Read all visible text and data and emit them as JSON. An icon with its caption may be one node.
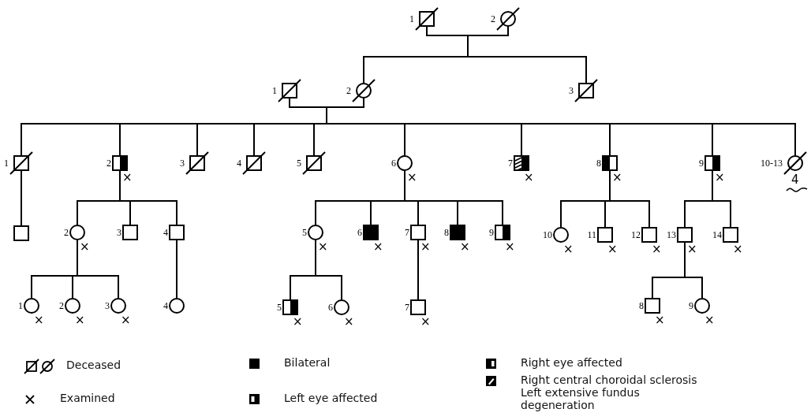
{
  "diagram": {
    "nodes": [
      {
        "text": [
          "1"
        ]
      },
      {
        "text": [
          "2"
        ]
      },
      {
        "text": [
          "1"
        ]
      },
      {
        "text": [
          "2"
        ]
      },
      {
        "text": [
          "3"
        ]
      },
      {
        "text": [
          "1"
        ]
      },
      {
        "text": [
          "2"
        ],
        "beside": [
          "×"
        ]
      },
      {
        "text": [
          "3"
        ]
      },
      {
        "text": [
          "4"
        ]
      },
      {
        "text": [
          "5"
        ]
      },
      {
        "text": [
          "6"
        ],
        "beside": [
          "×"
        ]
      },
      {
        "text": [
          "7"
        ],
        "beside": [
          "×"
        ]
      },
      {
        "text": [
          "8"
        ],
        "beside": [
          "×"
        ]
      },
      {
        "text": [
          "9"
        ],
        "beside": [
          "×"
        ]
      },
      {
        "text": [
          "10-13"
        ],
        "beside": [
          "4"
        ]
      },
      {
        "text": [],
        "shape": "box"
      },
      {
        "text": [
          "2"
        ],
        "beside": [
          "×"
        ]
      },
      {
        "text": [
          "3"
        ]
      },
      {
        "text": [
          "4"
        ]
      },
      {
        "text": [
          "5"
        ],
        "beside": [
          "×"
        ]
      },
      {
        "text": [
          "6"
        ],
        "beside": [
          "×"
        ]
      },
      {
        "text": [
          "7"
        ],
        "beside": [
          "×"
        ]
      },
      {
        "text": [
          "8"
        ],
        "beside": [
          "×"
        ]
      },
      {
        "text": [
          "9"
        ],
        "beside": [
          "×"
        ]
      },
      {
        "text": [
          "10"
        ],
        "beside": [
          "×"
        ]
      },
      {
        "text": [
          "11"
        ],
        "beside": [
          "×"
        ]
      },
      {
        "text": [
          "12"
        ],
        "beside": [
          "×"
        ]
      },
      {
        "text": [
          "13"
        ],
        "beside": [
          "×"
        ]
      },
      {
        "text": [
          "14"
        ],
        "beside": [
          "×"
        ]
      },
      {
        "text": [
          "1"
        ],
        "beside": [
          "×"
        ]
      },
      {
        "text": [
          "2"
        ],
        "beside": [
          "×"
        ]
      },
      {
        "text": [
          "3"
        ],
        "beside": [
          "×"
        ]
      },
      {
        "text": [
          "4"
        ]
      },
      {
        "text": [
          "5"
        ],
        "beside": [
          "×"
        ]
      },
      {
        "text": [
          "6"
        ],
        "beside": [
          "×"
        ]
      },
      {
        "text": [
          "7"
        ],
        "beside": [
          "×"
        ]
      },
      {
        "text": [
          "8"
        ],
        "beside": [
          "×"
        ]
      },
      {
        "text": [
          "9"
        ],
        "beside": [
          "×"
        ]
      }
    ],
    "edges": [
      {
        "from": 0,
        "to": 1,
        "arrow": "none"
      },
      {
        "from": 0,
        "to": 3,
        "arrow": "none"
      },
      {
        "from": 1,
        "to": 3,
        "arrow": "none"
      },
      {
        "from": 0,
        "to": 4,
        "arrow": "none"
      },
      {
        "from": 1,
        "to": 4,
        "arrow": "none"
      },
      {
        "from": 2,
        "to": 3,
        "arrow": "none"
      },
      {
        "from": 2,
        "to": 5,
        "arrow": "none"
      },
      {
        "from": 3,
        "to": 5,
        "arrow": "none"
      },
      {
        "from": 2,
        "to": 6,
        "arrow": "none"
      },
      {
        "from": 3,
        "to": 6,
        "arrow": "none"
      },
      {
        "from": 2,
        "to": 7,
        "arrow": "none"
      },
      {
        "from": 3,
        "to": 7,
        "arrow": "none"
      },
      {
        "from": 2,
        "to": 8,
        "arrow": "none"
      },
      {
        "from": 3,
        "to": 8,
        "arrow": "none"
      },
      {
        "from": 2,
        "to": 9,
        "arrow": "none"
      },
      {
        "from": 3,
        "to": 9,
        "arrow": "none"
      },
      {
        "from": 2,
        "to": 10,
        "arrow": "none"
      },
      {
        "from": 3,
        "to": 10,
        "arrow": "none"
      },
      {
        "from": 2,
        "to": 11,
        "arrow": "none"
      },
      {
        "from": 3,
        "to": 11,
        "arrow": "none"
      },
      {
        "from": 2,
        "to": 12,
        "arrow": "none"
      },
      {
        "from": 3,
        "to": 12,
        "arrow": "none"
      },
      {
        "from": 2,
        "to": 13,
        "arrow": "none"
      },
      {
        "from": 3,
        "to": 13,
        "arrow": "none"
      },
      {
        "from": 2,
        "to": 14,
        "arrow": "none"
      },
      {
        "from": 3,
        "to": 14,
        "arrow": "none"
      },
      {
        "from": 5,
        "to": 15,
        "arrow": "none"
      },
      {
        "from": 6,
        "to": 16,
        "arrow": "none"
      },
      {
        "from": 6,
        "to": 17,
        "arrow": "none"
      },
      {
        "from": 6,
        "to": 18,
        "arrow": "none"
      },
      {
        "from": 10,
        "to": 19,
        "arrow": "none"
      },
      {
        "from": 10,
        "to": 20,
        "arrow": "none"
      },
      {
        "from": 10,
        "to": 21,
        "arrow": "none"
      },
      {
        "from": 10,
        "to": 22,
        "arrow": "none"
      },
      {
        "from": 10,
        "to": 23,
        "arrow": "none"
      },
      {
        "from": 12,
        "to": 24,
        "arrow": "none"
      },
      {
        "from": 12,
        "to": 25,
        "arrow": "none"
      },
      {
        "from": 12,
        "to": 26,
        "arrow": "none"
      },
      {
        "from": 13,
        "to": 27,
        "arrow": "none"
      },
      {
        "from": 13,
        "to": 28,
        "arrow": "none"
      },
      {
        "from": 16,
        "to": 29,
        "arrow": "none"
      },
      {
        "from": 16,
        "to": 30,
        "arrow": "none"
      },
      {
        "from": 16,
        "to": 31,
        "arrow": "none"
      },
      {
        "from": 18,
        "to": 32,
        "arrow": "none"
      },
      {
        "from": 19,
        "to": 33,
        "arrow": "none"
      },
      {
        "from": 19,
        "to": 34,
        "arrow": "none"
      },
      {
        "from": 21,
        "to": 35,
        "arrow": "none"
      },
      {
        "from": 27,
        "to": 36,
        "arrow": "none"
      },
      {
        "from": 27,
        "to": 37,
        "arrow": "none"
      }
    ],
    "legend": [
      {
        "text": "Deceased"
      },
      {
        "text": "Bilateral"
      },
      {
        "text": "Right eye affected"
      },
      {
        "text": "Examined"
      },
      {
        "text": "Left eye affected"
      },
      {
        "text": "Right central choroidal sclerosis Left extensive fundus degeneration"
      }
    ]
  }
}
